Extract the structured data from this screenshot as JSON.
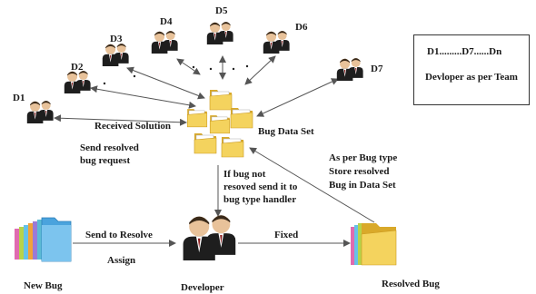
{
  "developers": [
    {
      "id": "d1",
      "label": "D1"
    },
    {
      "id": "d2",
      "label": "D2"
    },
    {
      "id": "d3",
      "label": "D3"
    },
    {
      "id": "d4",
      "label": "D4"
    },
    {
      "id": "d5",
      "label": "D5"
    },
    {
      "id": "d6",
      "label": "D6"
    },
    {
      "id": "d7",
      "label": "D7"
    }
  ],
  "legend": {
    "range": "D1.........D7......Dn",
    "description": "Devloper as per Team"
  },
  "hub": {
    "label": "Bug Data Set"
  },
  "labels": {
    "received_solution": "Received Solution",
    "send_resolved_1": "Send resolved",
    "send_resolved_2": "bug request",
    "if_not_1": "If bug not",
    "if_not_2": "resoved send it to",
    "if_not_3": "bug type handler",
    "as_per_1": "As per Bug type",
    "as_per_2": "Store resolved",
    "as_per_3": "Bug in Data Set",
    "send_to_resolve": "Send to Resolve",
    "assign": "Assign",
    "fixed": "Fixed"
  },
  "nodes": {
    "new_bug": "New Bug",
    "developer": "Developer",
    "resolved_bug": "Resolved Bug"
  },
  "colors": {
    "suit": "#1e1e1e",
    "skin": "#e8c29a",
    "hair": "#3a2a1a",
    "folder": "#f4d35e",
    "folder_dark": "#d9a92a",
    "arrow": "#555555"
  }
}
